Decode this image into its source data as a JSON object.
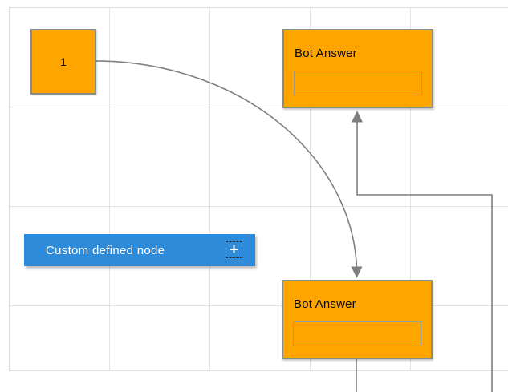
{
  "diagram": {
    "background_color": "#ffffff",
    "grid_color": "#e4e4e4",
    "connector_color": "#7f7f7f"
  },
  "nodes": {
    "start": {
      "label": "1",
      "fill": "#ffa500",
      "border_color": "#8a8a8a"
    },
    "bot_answer_top": {
      "title": "Bot Answer",
      "input_value": "",
      "fill": "#ffa500",
      "border_color": "#8a8a8a"
    },
    "bot_answer_bottom": {
      "title": "Bot Answer",
      "input_value": "",
      "fill": "#ffa500",
      "border_color": "#8a8a8a"
    },
    "custom_defined": {
      "label": "Custom defined node",
      "fill": "#2e8bd9",
      "text_color": "#ffffff"
    }
  },
  "icons": {
    "plus": "+"
  }
}
